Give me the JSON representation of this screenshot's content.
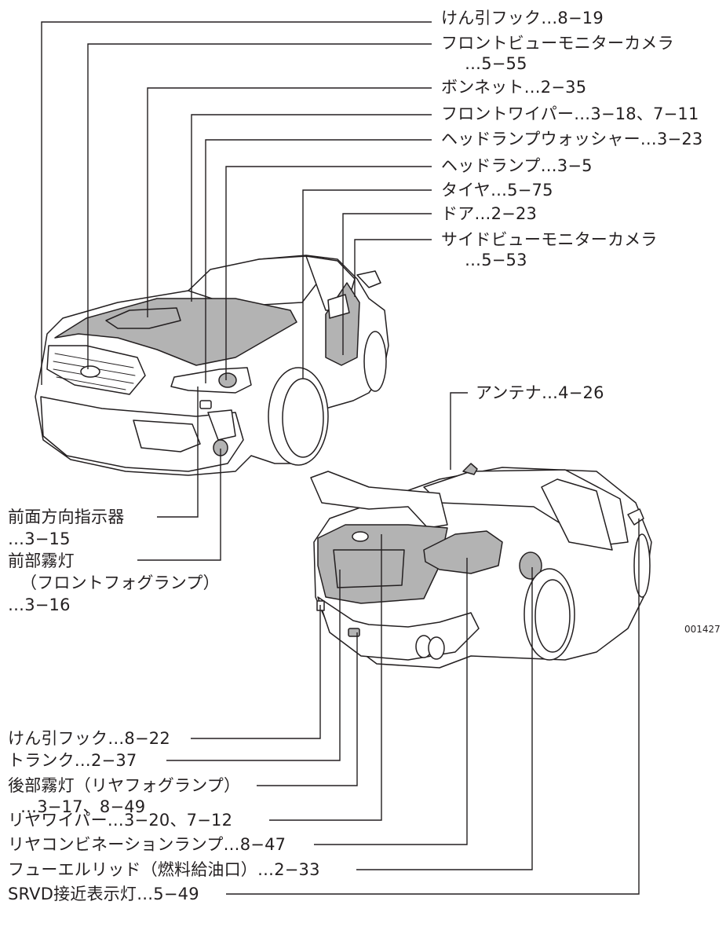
{
  "figure_code": "001427",
  "front_labels": [
    "けん引フック…8−19",
    "フロントビューモニターカメラ",
    "…5−55",
    "ボンネット…2−35",
    "フロントワイパー…3−18、7−11",
    "ヘッドランプウォッシャー…3−23",
    "ヘッドランプ…3−5",
    "タイヤ…5−75",
    "ドア…2−23",
    "サイドビューモニターカメラ",
    "…5−53",
    "アンテナ…4−26"
  ],
  "left_labels": [
    "前面方向指示器",
    "…3−15",
    "前部霧灯",
    "（フロントフォグランプ）",
    "…3−16"
  ],
  "rear_labels": [
    "けん引フック…8−22",
    "トランク…2−37",
    "後部霧灯（リヤフォグランプ）",
    "…3−17、8−49",
    "リヤワイパー…3−20、7−12",
    "リヤコンビネーションランプ…8−47",
    "フューエルリッド（燃料給油口）…2−33",
    "SRVD接近表示灯…5−49"
  ],
  "colors": {
    "line": "#231f20",
    "highlight_fill": "#b3b3b3",
    "background": "#ffffff"
  }
}
